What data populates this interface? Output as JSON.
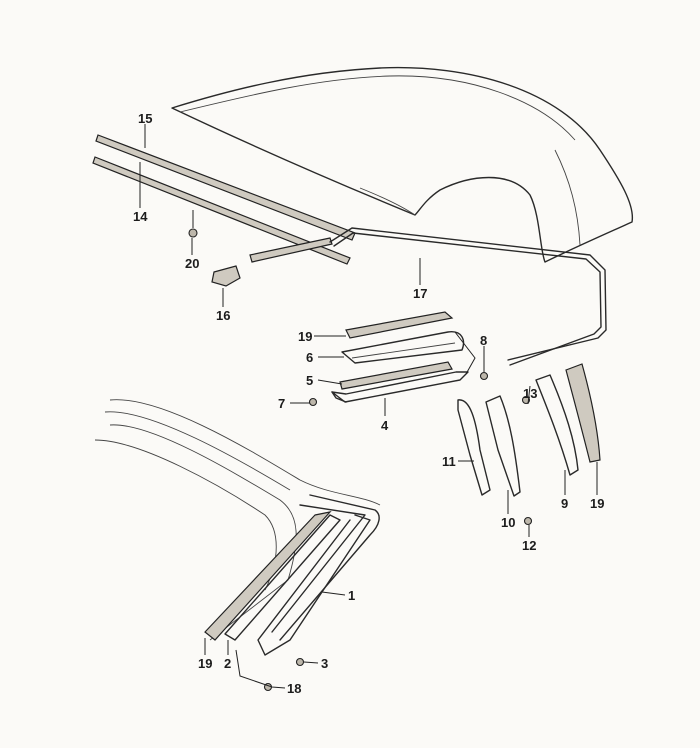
{
  "diagram": {
    "type": "exploded parts diagram",
    "labels": {
      "p15": "15",
      "p14": "14",
      "p20": "20",
      "p16": "16",
      "p17": "17",
      "p19a": "19",
      "p6": "6",
      "p8": "8",
      "p5": "5",
      "p7": "7",
      "p4": "4",
      "p13": "13",
      "p11": "11",
      "p10": "10",
      "p9": "9",
      "p19b": "19",
      "p12": "12",
      "p1": "1",
      "p19c": "19",
      "p2": "2",
      "p3": "3",
      "p18": "18"
    },
    "colors": {
      "ink": "#222222",
      "paper": "#fbfaf7",
      "seal": "#cfcac0"
    }
  }
}
